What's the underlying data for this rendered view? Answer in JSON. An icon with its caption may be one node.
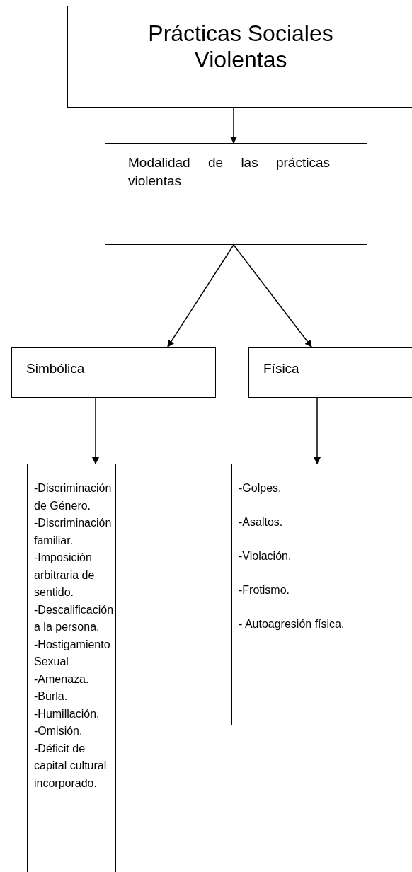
{
  "diagram": {
    "nodes": [
      {
        "text": [
          "Prácticas Sociales Violentas"
        ]
      },
      {
        "text": [
          "Modalidad de las prácticas violentas"
        ]
      },
      {
        "text": [
          "Simbólica"
        ]
      },
      {
        "text": [
          "Física"
        ]
      },
      {
        "text": [
          "-Discriminación de Género.",
          "-Discriminación familiar.",
          "-Imposición arbitraria de sentido.",
          "-Descalificación a la persona.",
          "-Hostigamiento Sexual",
          "-Amenaza.",
          "-Burla.",
          "-Humillación.",
          "-Omisión.",
          "-Déficit de capital cultural incorporado."
        ]
      },
      {
        "text": [
          "-Golpes.",
          "-Asaltos.",
          "-Violación.",
          "-Frotismo.",
          "- Autoagresión física."
        ]
      }
    ],
    "edges": [
      {
        "from": 0,
        "to": 1,
        "arrow": "to"
      },
      {
        "from": 1,
        "to": 2,
        "arrow": "to"
      },
      {
        "from": 1,
        "to": 3,
        "arrow": "to"
      },
      {
        "from": 2,
        "to": 4,
        "arrow": "to"
      },
      {
        "from": 3,
        "to": 5,
        "arrow": "to"
      }
    ]
  }
}
